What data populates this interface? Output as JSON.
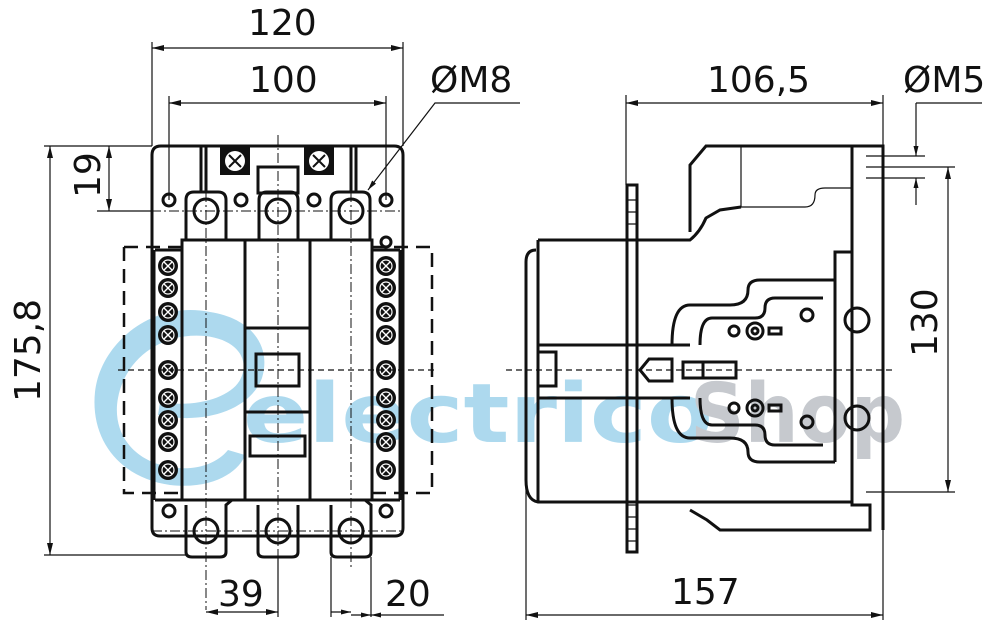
{
  "drawing": {
    "title": "Contactor dimensional drawing",
    "front_view": {
      "dim_overall_width": "120",
      "dim_mount_width": "100",
      "dim_top_offset": "19",
      "dim_overall_height": "175,8",
      "dim_terminal_pitch": "39",
      "dim_terminal_width": "20",
      "callout_thread": "ØM8"
    },
    "side_view": {
      "dim_depth_top": "106,5",
      "dim_depth_overall": "157",
      "dim_mount_height": "130",
      "callout_thread": "ØM5"
    },
    "watermark": {
      "text_part1": "electrico",
      "text_part2": "Shop",
      "color_blue": "#a9d8ee",
      "color_grey": "#c3c7cc"
    },
    "colors": {
      "line": "#111111",
      "background": "#ffffff"
    }
  }
}
